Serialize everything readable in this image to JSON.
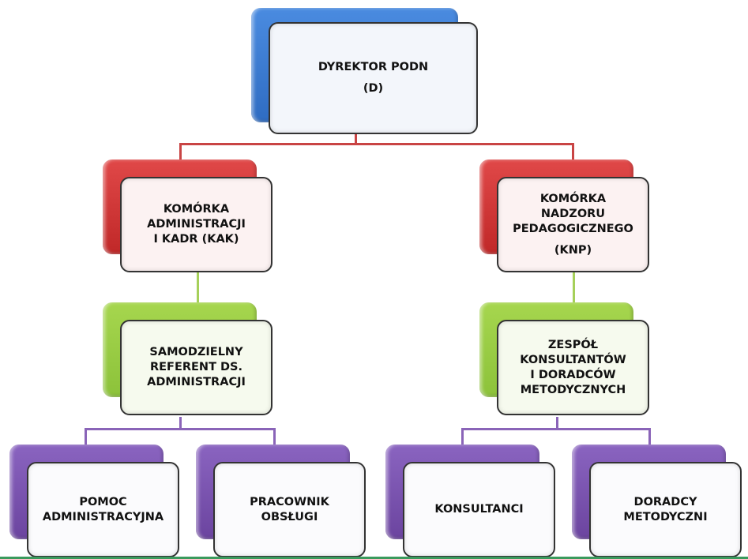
{
  "nodes": [
    {
      "id": "n-d",
      "color": "blue",
      "name": "node-dyrektor",
      "lines": [
        "DYREKTOR PODN",
        "(D)"
      ]
    },
    {
      "id": "n-kak",
      "color": "red",
      "name": "node-komorka-administracji",
      "lines": [
        "KOMÓRKA",
        "ADMINISTRACJI",
        "I KADR (KAK)"
      ]
    },
    {
      "id": "n-knp",
      "color": "red",
      "name": "node-komorka-nadzoru",
      "lines": [
        "KOMÓRKA",
        "NADZORU",
        "PEDAGOGICZNEGO",
        "(KNP)"
      ]
    },
    {
      "id": "n-sr",
      "color": "green",
      "name": "node-samodzielny-referent",
      "lines": [
        "SAMODZIELNY",
        "REFERENT DS.",
        "ADMINISTRACJI"
      ]
    },
    {
      "id": "n-zk",
      "color": "green",
      "name": "node-zespol-konsultantow",
      "lines": [
        "ZESPÓŁ",
        "KONSULTANTÓW",
        "I DORADCÓW",
        "METODYCZNYCH"
      ]
    },
    {
      "id": "n-pa",
      "color": "purple",
      "name": "node-pomoc-administracyjna",
      "lines": [
        "POMOC",
        "ADMINISTRACYJNA"
      ]
    },
    {
      "id": "n-po",
      "color": "purple",
      "name": "node-pracownik-obslugi",
      "lines": [
        "PRACOWNIK",
        "OBSŁUGI"
      ]
    },
    {
      "id": "n-ko",
      "color": "purple",
      "name": "node-konsultanci",
      "lines": [
        "KONSULTANCI"
      ]
    },
    {
      "id": "n-dm",
      "color": "purple",
      "name": "node-doradcy-metodyczni",
      "lines": [
        "DORADCY",
        "METODYCZNI"
      ]
    }
  ]
}
